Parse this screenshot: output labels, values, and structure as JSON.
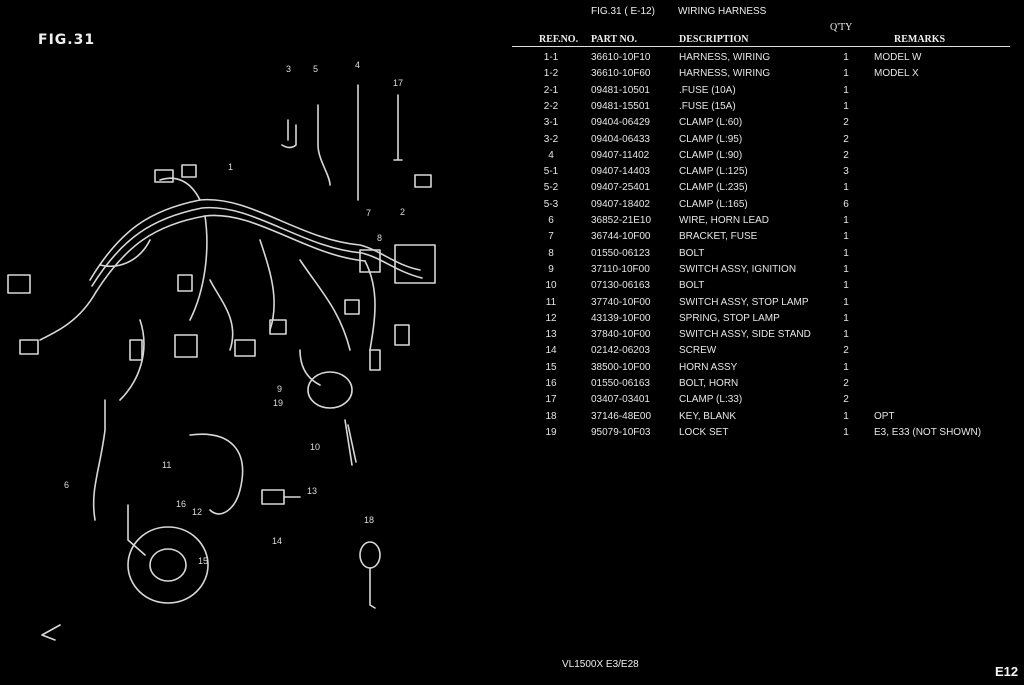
{
  "fig_label": "FIG.31",
  "header": {
    "fig_ref": "FIG.31 ( E-12)",
    "title": "WIRING HARNESS",
    "qty_top": "Q'TY",
    "columns": [
      "REF.NO.",
      "PART NO.",
      "DESCRIPTION",
      "REMARKS"
    ]
  },
  "parts": [
    {
      "ref": "1-1",
      "part": "36610-10F10",
      "desc": "HARNESS, WIRING",
      "qty": "1",
      "remarks": "MODEL W"
    },
    {
      "ref": "1-2",
      "part": "36610-10F60",
      "desc": "HARNESS, WIRING",
      "qty": "1",
      "remarks": "MODEL X"
    },
    {
      "ref": "2-1",
      "part": "09481-10501",
      "desc": ".FUSE (10A)",
      "qty": "1",
      "remarks": ""
    },
    {
      "ref": "2-2",
      "part": "09481-15501",
      "desc": ".FUSE (15A)",
      "qty": "1",
      "remarks": ""
    },
    {
      "ref": "3-1",
      "part": "09404-06429",
      "desc": "CLAMP (L:60)",
      "qty": "2",
      "remarks": ""
    },
    {
      "ref": "3-2",
      "part": "09404-06433",
      "desc": "CLAMP (L:95)",
      "qty": "2",
      "remarks": ""
    },
    {
      "ref": "4",
      "part": "09407-11402",
      "desc": "CLAMP (L:90)",
      "qty": "2",
      "remarks": ""
    },
    {
      "ref": "5-1",
      "part": "09407-14403",
      "desc": "CLAMP (L:125)",
      "qty": "3",
      "remarks": ""
    },
    {
      "ref": "5-2",
      "part": "09407-25401",
      "desc": "CLAMP (L:235)",
      "qty": "1",
      "remarks": ""
    },
    {
      "ref": "5-3",
      "part": "09407-18402",
      "desc": "CLAMP (L:165)",
      "qty": "6",
      "remarks": ""
    },
    {
      "ref": "6",
      "part": "36852-21E10",
      "desc": "WIRE, HORN LEAD",
      "qty": "1",
      "remarks": ""
    },
    {
      "ref": "7",
      "part": "36744-10F00",
      "desc": "BRACKET, FUSE",
      "qty": "1",
      "remarks": ""
    },
    {
      "ref": "8",
      "part": "01550-06123",
      "desc": "BOLT",
      "qty": "1",
      "remarks": ""
    },
    {
      "ref": "9",
      "part": "37110-10F00",
      "desc": "SWITCH ASSY, IGNITION",
      "qty": "1",
      "remarks": ""
    },
    {
      "ref": "10",
      "part": "07130-06163",
      "desc": "BOLT",
      "qty": "1",
      "remarks": ""
    },
    {
      "ref": "11",
      "part": "37740-10F00",
      "desc": "SWITCH ASSY, STOP LAMP",
      "qty": "1",
      "remarks": ""
    },
    {
      "ref": "12",
      "part": "43139-10F00",
      "desc": "SPRING, STOP LAMP",
      "qty": "1",
      "remarks": ""
    },
    {
      "ref": "13",
      "part": "37840-10F00",
      "desc": "SWITCH ASSY, SIDE STAND",
      "qty": "1",
      "remarks": ""
    },
    {
      "ref": "14",
      "part": "02142-06203",
      "desc": "SCREW",
      "qty": "2",
      "remarks": ""
    },
    {
      "ref": "15",
      "part": "38500-10F00",
      "desc": "HORN ASSY",
      "qty": "1",
      "remarks": ""
    },
    {
      "ref": "16",
      "part": "01550-06163",
      "desc": "BOLT, HORN",
      "qty": "2",
      "remarks": ""
    },
    {
      "ref": "17",
      "part": "03407-03401",
      "desc": "CLAMP (L:33)",
      "qty": "2",
      "remarks": ""
    },
    {
      "ref": "18",
      "part": "37146-48E00",
      "desc": "KEY, BLANK",
      "qty": "1",
      "remarks": "OPT"
    },
    {
      "ref": "19",
      "part": "95079-10F03",
      "desc": "LOCK SET",
      "qty": "1",
      "remarks": "E3, E33 (NOT SHOWN)"
    }
  ],
  "diagram_labels": [
    "1",
    "2",
    "3",
    "4",
    "5",
    "6",
    "7",
    "8",
    "9",
    "10",
    "11",
    "12",
    "13",
    "14",
    "15",
    "16",
    "17",
    "18",
    "19"
  ],
  "footer": {
    "model": "VL1500X  E3/E28",
    "page": "E12"
  },
  "colors": {
    "background": "#000000",
    "ink": "#e8e8e8"
  }
}
